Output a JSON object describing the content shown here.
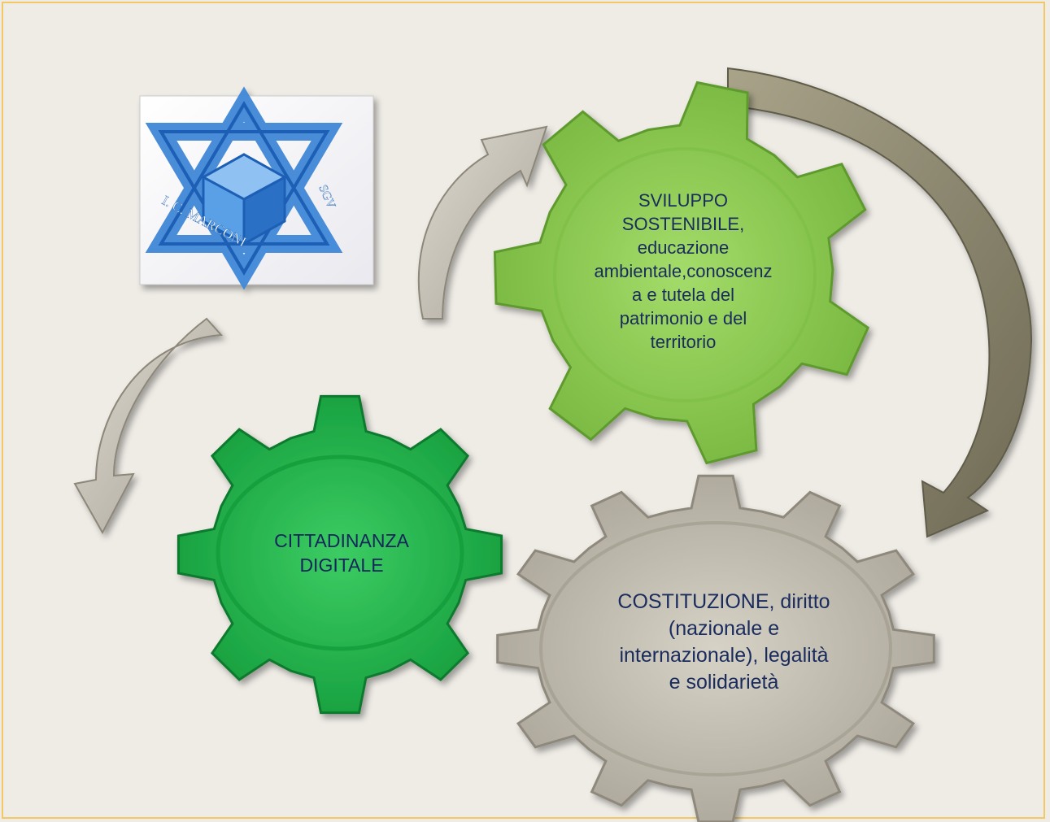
{
  "logo": {
    "text_left": "I. C. MARCONI",
    "text_right": "SGV"
  },
  "gears": {
    "sviluppo": {
      "lines": [
        "SVILUPPO",
        "SOSTENIBILE,",
        "educazione",
        "ambientale,conoscenz",
        "a e tutela del",
        "patrimonio e del",
        "territorio"
      ],
      "fill": "#92cf57"
    },
    "cittadinanza": {
      "lines": [
        "CITTADINANZA",
        "DIGITALE"
      ],
      "fill": "#22b14c"
    },
    "costituzione": {
      "lines": [
        "COSTITUZIONE, diritto",
        "(nazionale e",
        "internazionale), legalità",
        "e solidarietà"
      ],
      "fill": "#c9c4b6"
    }
  },
  "colors": {
    "background": "#efece6",
    "border": "#f2c766",
    "arrow_light": "#c4c0b6",
    "arrow_dark": "#8f8a72",
    "text": "#1a2b5e",
    "logo_blue": "#3f88d8"
  }
}
